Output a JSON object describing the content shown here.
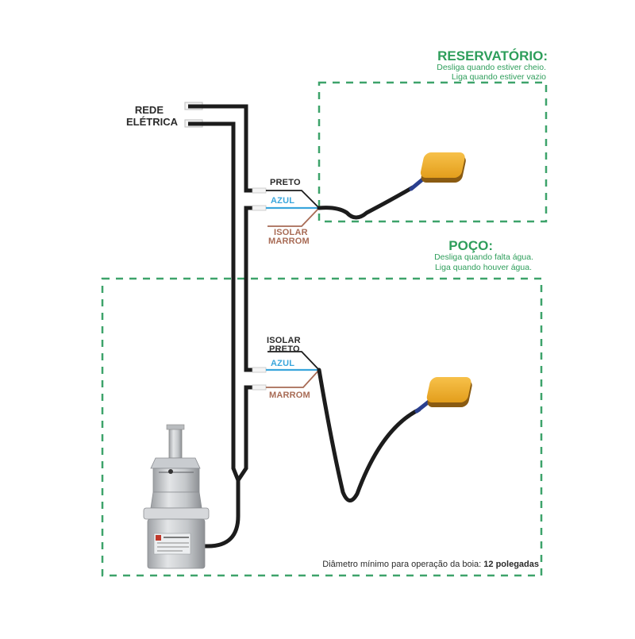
{
  "diagram": {
    "title": "Esquema de ligação: bomba submersa com boias de nível",
    "power": {
      "label_line1": "REDE",
      "label_line2": "ELÉTRICA"
    },
    "reservoir": {
      "title": "RESERVATÓRIO:",
      "line1": "Desliga quando estiver cheio.",
      "line2": "Liga quando estiver vazio",
      "wires": {
        "black": "PRETO",
        "blue": "AZUL",
        "brown_line1": "ISOLAR",
        "brown_line2": "MARROM"
      }
    },
    "well": {
      "title": "POÇO:",
      "line1": "Desliga quando falta água.",
      "line2": "Liga quando houver água.",
      "wires": {
        "black_line1": "ISOLAR",
        "black_line2": "PRETO",
        "blue": "AZUL",
        "brown": "MARROM"
      }
    },
    "footer": {
      "text": "Diâmetro mínimo para operação da boia:",
      "value": "12 polegadas"
    },
    "components": {
      "pump": "submersible-pump",
      "float_switch_reservoir": "float-switch",
      "float_switch_well": "float-switch"
    },
    "colors": {
      "zone_border": "#2e9e5b",
      "wire_black": "#1c1c1c",
      "wire_blue": "#3aa6dc",
      "wire_brown": "#a86b55",
      "float_body": "#f2b02c",
      "float_cable_sleeve": "#2a3f8f"
    }
  }
}
